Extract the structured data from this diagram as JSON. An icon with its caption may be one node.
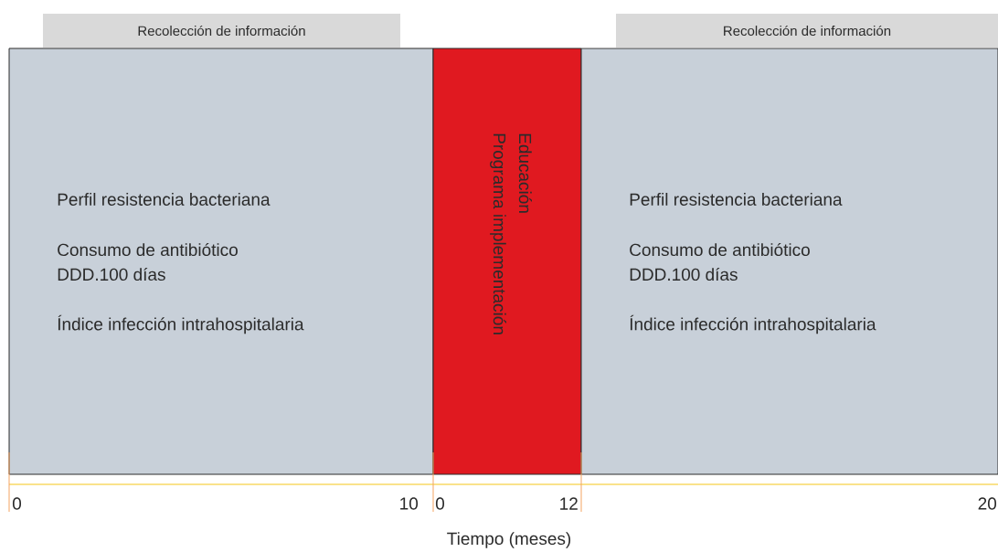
{
  "diagram": {
    "nodes": [
      {
        "text": [
          "Recolección de información"
        ]
      },
      {
        "text": [
          "Perfil resistencia bacteriana",
          "Consumo de antibiótico",
          "DDD.100 días",
          "Índice infección intrahospitalaria"
        ]
      },
      {
        "text": [
          "Educación",
          "Programa implementación"
        ]
      },
      {
        "text": [
          "Recolección de información"
        ]
      },
      {
        "text": [
          "Perfil resistencia bacteriana",
          "Consumo de antibiótico",
          "DDD.100 días",
          "Índice infección intrahospitalaria"
        ]
      }
    ],
    "labels": [
      "0",
      "10",
      "0",
      "12",
      "20",
      "Tiempo (meses)"
    ]
  }
}
